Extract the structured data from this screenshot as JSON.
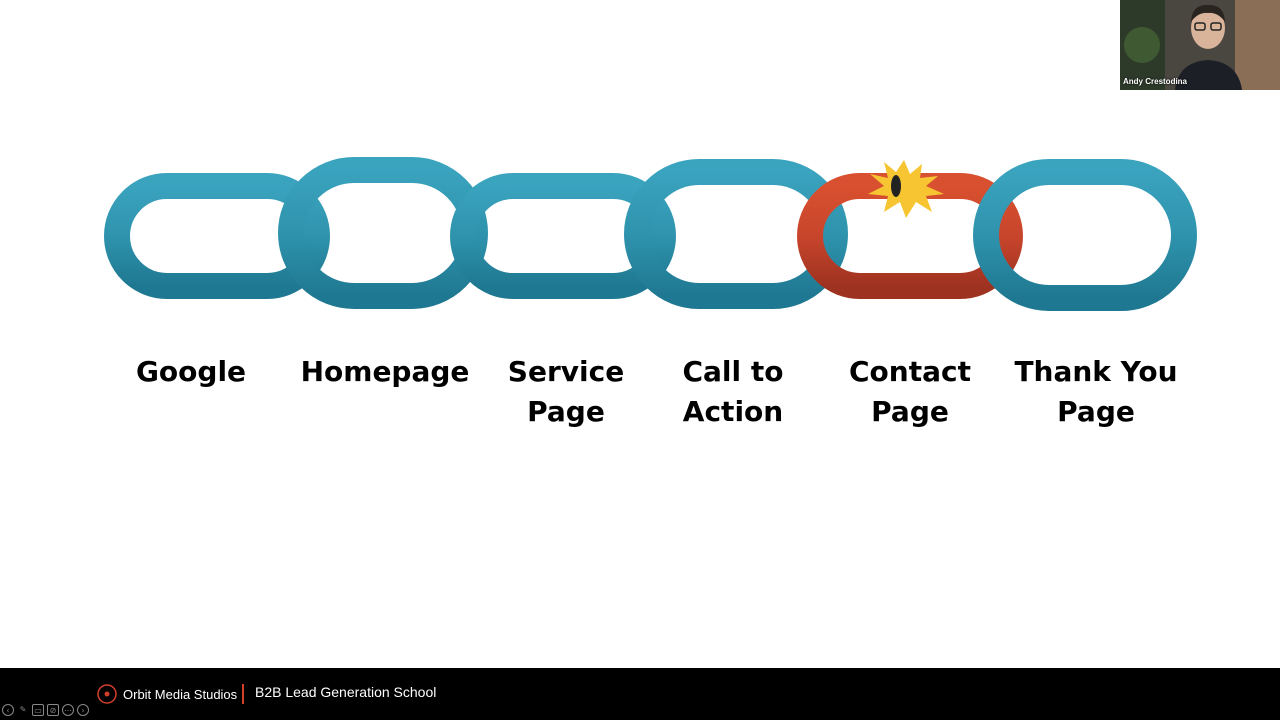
{
  "slide": {
    "labels": [
      {
        "line1": "Google",
        "line2": ""
      },
      {
        "line1": "Homepage",
        "line2": ""
      },
      {
        "line1": "Service",
        "line2": "Page"
      },
      {
        "line1": "Call to",
        "line2": "Action"
      },
      {
        "line1": "Contact",
        "line2": "Page"
      },
      {
        "line1": "Thank You",
        "line2": "Page"
      }
    ],
    "colors": {
      "link_teal": "#2f93ad",
      "link_teal_dark": "#1f6f85",
      "broken_link": "#c8452c",
      "spark": "#f7c531"
    },
    "broken_link_index": 4
  },
  "webcam": {
    "name": "Andy Crestodina"
  },
  "footer": {
    "brand": "Orbit Media Studios",
    "course": "B2B Lead Generation School",
    "brand_color": "#d2402b"
  },
  "controls": [
    "previous-icon",
    "pen-icon",
    "captions-icon",
    "camera-off-icon",
    "more-icon",
    "next-icon"
  ]
}
